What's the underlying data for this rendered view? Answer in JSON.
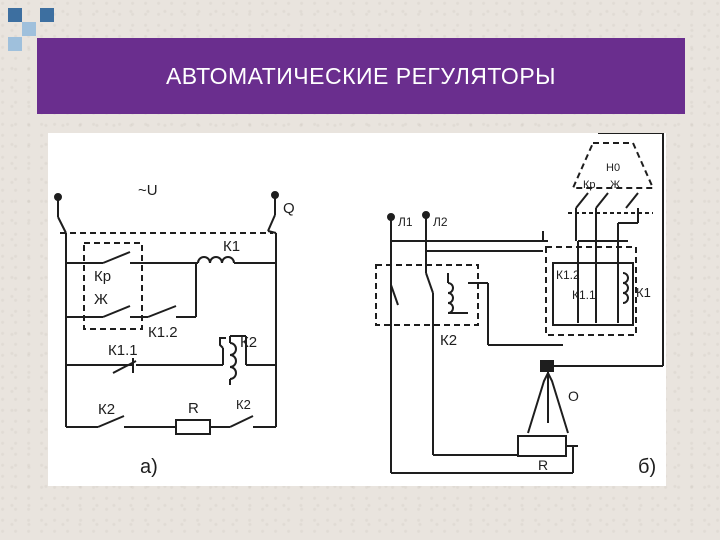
{
  "title": "АВТОМАТИЧЕСКИЕ  РЕГУЛЯТОРЫ",
  "colors": {
    "title_bg": "#6a2e8e",
    "title_text": "#ffffff",
    "squares_dark": "#3d6fa0",
    "squares_light": "#9fc0dc",
    "line": "#1e1e1e"
  },
  "diagram_a": {
    "supply_label": "~U",
    "switch_label": "Q",
    "k1_label": "К1",
    "kr_label": "Кр",
    "zh_label": "Ж",
    "k12_label": "К1.2",
    "k11_label": "К1.1",
    "k2_coil_label": "К2",
    "k2_contact_label": "К2",
    "r_label": "R",
    "k2_small_label": "К2",
    "caption": "а)"
  },
  "diagram_b": {
    "l1_label": "Л1",
    "l2_label": "Л2",
    "k2_label": "К2",
    "triangle_top_label": "Н0",
    "triangle_kr_label": "Кр",
    "triangle_zh_label": "Ж",
    "k12_label": "К1.2",
    "k11_label": "К1.1",
    "k1_label": "К1",
    "o_label": "О",
    "r_label": "R",
    "caption": "б)"
  }
}
